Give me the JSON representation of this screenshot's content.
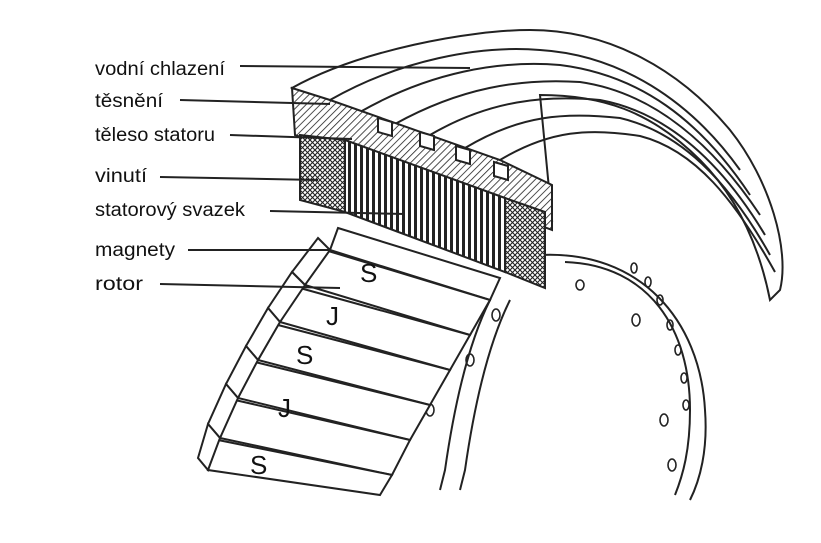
{
  "labels": {
    "cooling": "vodní chlazení",
    "seal": "těsnění",
    "stator_body": "těleso statoru",
    "winding": "vinutí",
    "stator_pack": "statorový svazek",
    "magnets": "magnety",
    "rotor": "rotor"
  },
  "poles": [
    "S",
    "J",
    "S",
    "J",
    "S"
  ],
  "colors": {
    "ink": "#111111",
    "paper": "#ffffff",
    "hatch": "#222222"
  }
}
